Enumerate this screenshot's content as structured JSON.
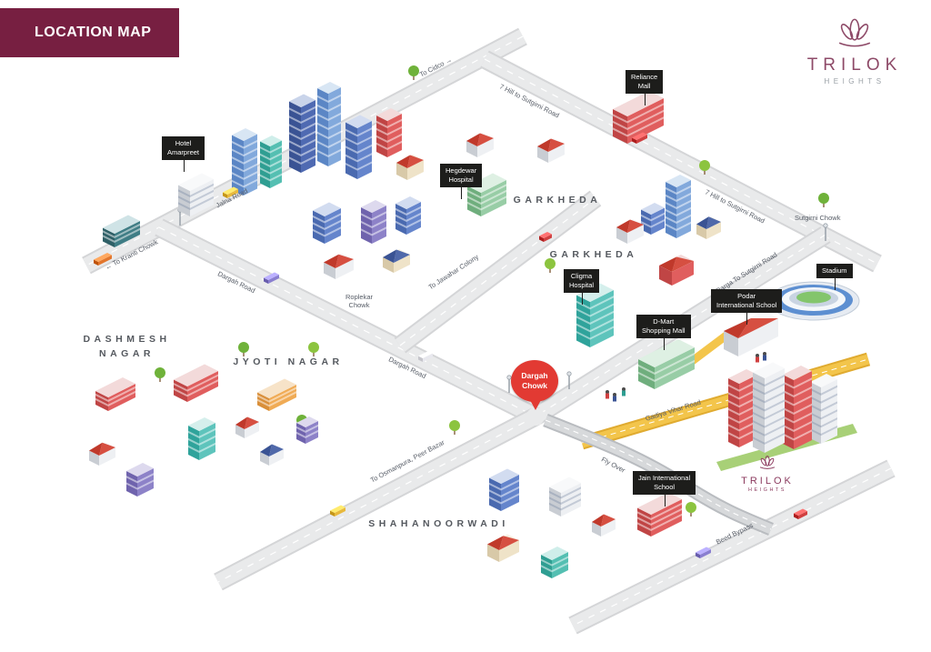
{
  "header": {
    "title": "LOCATION MAP"
  },
  "brand": {
    "name": "TRILOK",
    "tagline": "HEIGHTS"
  },
  "map_logo": {
    "name": "TRILOK",
    "tagline": "HEIGHTS"
  },
  "pin": {
    "line1": "Dargah",
    "line2": "Chowk"
  },
  "poi_labels": {
    "hotel_amarpreet": {
      "line1": "Hotel",
      "line2": "Amarpreet"
    },
    "hegdewar_hospital": {
      "line1": "Hegdewar",
      "line2": "Hospital"
    },
    "reliance_mall": {
      "line1": "Reliance",
      "line2": "Mall"
    },
    "cligma_hospital": {
      "line1": "Cligma",
      "line2": "Hospital"
    },
    "dmart_mall": {
      "line1": "D-Mart",
      "line2": "Shopping Mall"
    },
    "podar_school": {
      "line1": "Podar",
      "line2": "International School"
    },
    "stadium": {
      "line1": "Stadium"
    },
    "jain_school": {
      "line1": "Jain International",
      "line2": "School"
    }
  },
  "road_labels": {
    "to_cidco": "To Cidco",
    "to_cidco_arrow": "→",
    "seven_hill_top": "7 Hill to Sutgirni Road",
    "seven_hill_right": "7 Hill to Sutgirni Road",
    "sutgirni_chowk": "Sutgirni Chowk",
    "darga_to_sutgirni": "Darga To Sutgirni Road",
    "jalna_road": "Jalna Road",
    "to_kranti_chowk": "To Kranti Chowk",
    "to_kranti_arrow": "←",
    "dargah_road_1": "Dargah Road",
    "roplekar_line1": "Roplekar",
    "roplekar_line2": "Chowk",
    "to_jawahar_colony": "To Jawahar Colony",
    "dargah_road_2": "Dargah Road",
    "gadiya_vihar_road": "Gadiya Vihar Road",
    "to_osmanpura": "To Osmanpura, Peer Bazar",
    "fly_over": "Fly Over",
    "beed_bypass": "Beed Bypass"
  },
  "area_labels": {
    "garkheda_1": "GARKHEDA",
    "garkheda_2": "GARKHEDA",
    "dashmesh_line1": "DASHMESH",
    "dashmesh_line2": "NAGAR",
    "jyoti_nagar": "JYOTI NAGAR",
    "shahanoorwadi": "SHAHANOORWADI"
  },
  "colors": {
    "brand_maroon": "#771f41",
    "logo_rose": "#8e4a68",
    "pin_red": "#e23a33",
    "road_gray": "#e9eaeb",
    "road_edge": "#d4d5d7",
    "road_yellow": "#f3c54b",
    "poi_label_bg": "#1d1d1b"
  }
}
